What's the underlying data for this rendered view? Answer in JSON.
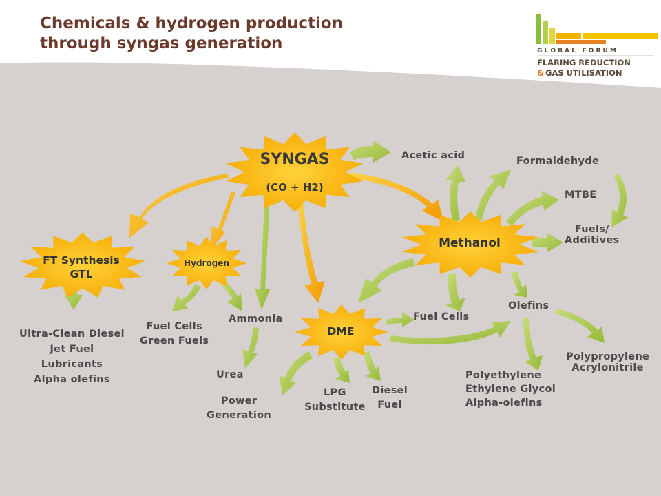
{
  "title": {
    "line1": "Chemicals & hydrogen production",
    "line2": "through syngas generation"
  },
  "logo": {
    "top": "G L O B A L   F O R U M",
    "line1": "FLARING REDUCTION",
    "amp": "&",
    "line2": "GAS UTILISATION"
  },
  "colors": {
    "title": "#6b3a2a",
    "background_panel": "#d6d0cf",
    "burst": "#f5b400",
    "arrow_green": "#a9c64a",
    "arrow_orange": "#f4a300",
    "text": "#4a4a4a"
  },
  "nodes": {
    "syngas": {
      "name": "SYNGAS",
      "formula": "(CO + H2)"
    },
    "methanol": "Methanol",
    "ft": {
      "line1": "FT Synthesis",
      "line2": "GTL"
    },
    "hydrogen": "Hydrogen",
    "dme": "DME"
  },
  "labels": {
    "acetic_acid": "Acetic acid",
    "formaldehyde": "Formaldehyde",
    "mtbe": "MTBE",
    "fuels_additives": [
      "Fuels/",
      "Additives"
    ],
    "fuel_cells_methanol": "Fuel Cells",
    "olefins": "Olefins",
    "polypropylene": [
      "Polypropylene",
      "Acrylonitrile"
    ],
    "polyethylene": [
      "Polyethylene",
      "Ethylene Glycol",
      "Alpha-olefins"
    ],
    "ft_products": [
      "Ultra-Clean Diesel",
      "Jet Fuel",
      "Lubricants",
      "Alpha olefins"
    ],
    "hydrogen_products": [
      "Fuel Cells",
      "Green Fuels"
    ],
    "ammonia": "Ammonia",
    "urea": "Urea",
    "power_generation": [
      "Power",
      "Generation"
    ],
    "lpg": [
      "LPG",
      "Substitute"
    ],
    "diesel": [
      "Diesel",
      "Fuel"
    ]
  }
}
